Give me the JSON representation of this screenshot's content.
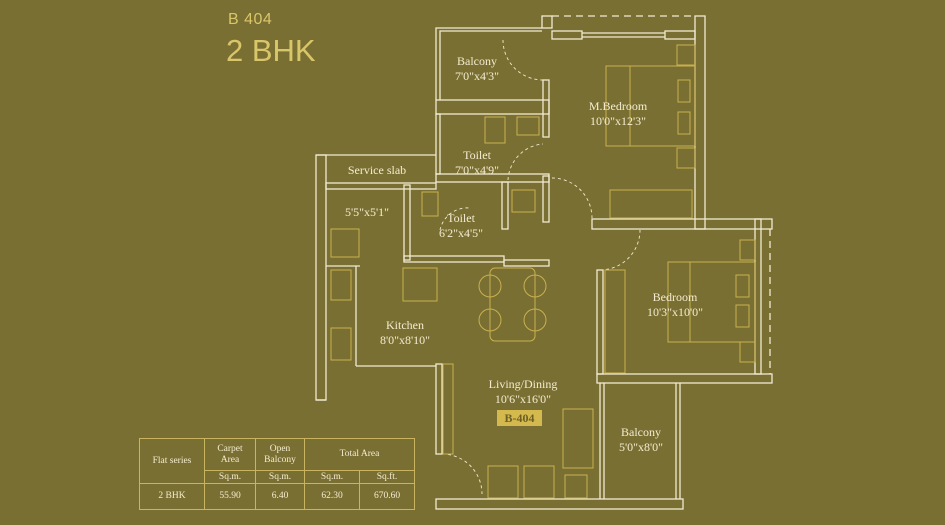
{
  "header": {
    "unit": "B 404",
    "type": "2 BHK"
  },
  "rooms": [
    {
      "name": "Balcony",
      "size": "7'0\"x4'3\""
    },
    {
      "name": "M.Bedroom",
      "size": "10'0\"x12'3\""
    },
    {
      "name": "Toilet",
      "size": "7'0\"x4'9\""
    },
    {
      "name": "Service slab",
      "size": ""
    },
    {
      "name": "",
      "size": "5'5\"x5'1\""
    },
    {
      "name": "Toilet",
      "size": "6'2\"x4'5\""
    },
    {
      "name": "Kitchen",
      "size": "8'0\"x8'10\""
    },
    {
      "name": "Bedroom",
      "size": "10'3\"x10'0\""
    },
    {
      "name": "Living/Dining",
      "size": "10'6\"x16'0\""
    },
    {
      "name": "Balcony",
      "size": "5'0\"x8'0\""
    }
  ],
  "unit_tag": "B-404",
  "area_table": {
    "headers": {
      "flat_series": "Flat series",
      "carpet": "Carpet Area",
      "open_balcony": "Open Balcony",
      "total": "Total Area"
    },
    "units": {
      "carpet": "Sq.m.",
      "open_balcony": "Sq.m.",
      "total_sqm": "Sq.m.",
      "total_sqft": "Sq.ft."
    },
    "row": {
      "flat_series": "2 BHK",
      "carpet": "55.90",
      "open_balcony": "6.40",
      "total_sqm": "62.30",
      "total_sqft": "670.60"
    }
  },
  "colors": {
    "background": "#7a6f33",
    "wall": "#f0ead2",
    "furniture": "#c9b04f",
    "accent": "#d4b94f"
  }
}
